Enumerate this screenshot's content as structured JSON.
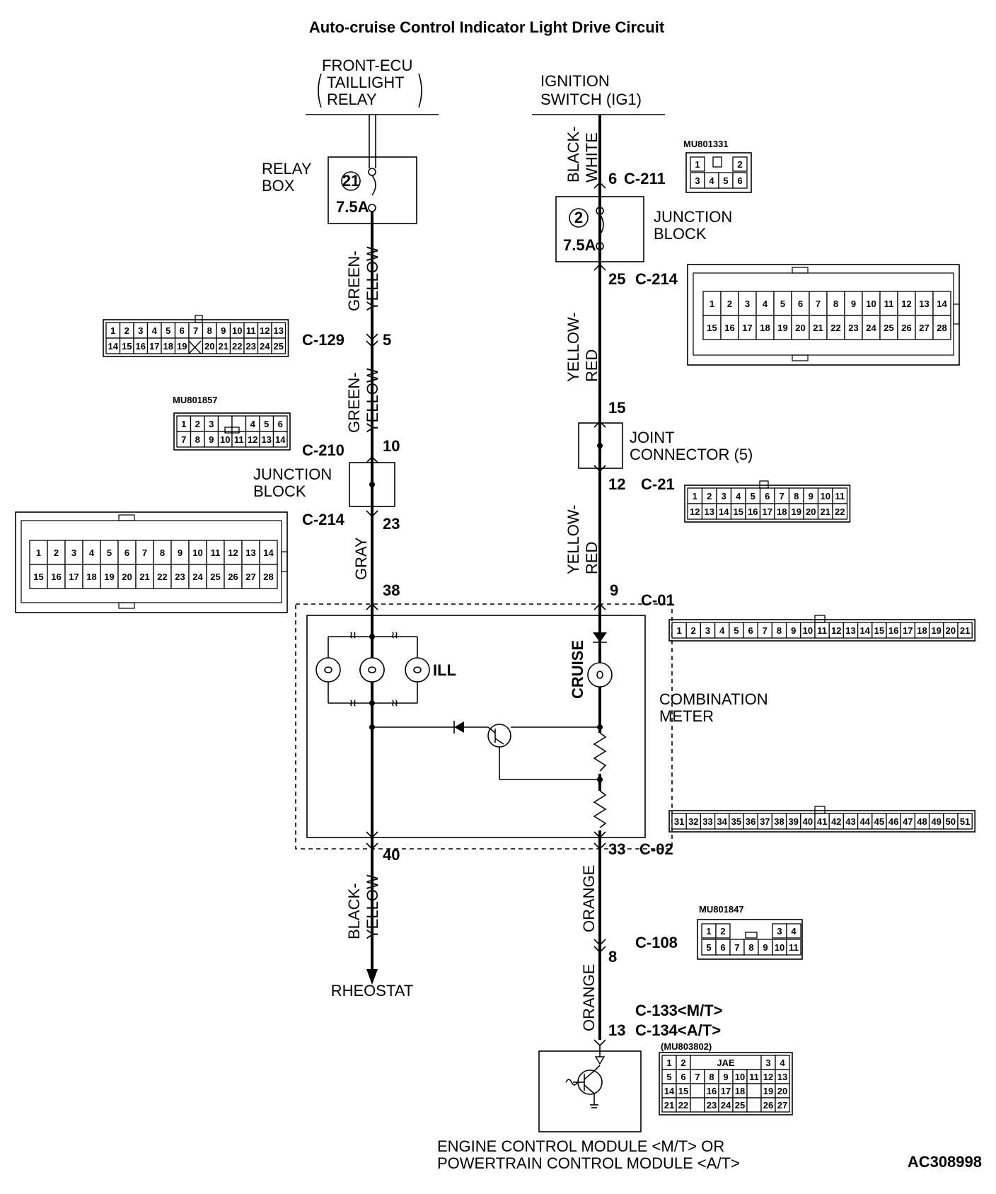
{
  "title": "Auto-cruise Control Indicator Light Drive Circuit",
  "figure_id": "AC308998",
  "left_source": [
    "FRONT-ECU",
    "TAILLIGHT",
    "RELAY"
  ],
  "right_source": [
    "IGNITION",
    "SWITCH (IG1)"
  ],
  "relay_box": {
    "label": [
      "RELAY",
      "BOX"
    ],
    "fuse_no": "21",
    "rating": "7.5A"
  },
  "junction_block_top": {
    "label": [
      "JUNCTION",
      "BLOCK"
    ],
    "fuse_no": "2",
    "rating": "7.5A"
  },
  "junction_block_left": {
    "label": [
      "JUNCTION",
      "BLOCK"
    ]
  },
  "joint_connector": {
    "label": [
      "JOINT",
      "CONNECTOR (5)"
    ]
  },
  "combination_meter": {
    "label": [
      "COMBINATION",
      "METER"
    ],
    "ill": "ILL",
    "cruise": "CRUISE"
  },
  "rheostat": "RHEOSTAT",
  "ecm": {
    "label": [
      "ENGINE CONTROL MODULE <M/T> OR",
      "POWERTRAIN CONTROL MODULE <A/T>"
    ]
  },
  "wires": {
    "green_yellow_1": [
      "GREEN-",
      "YELLOW"
    ],
    "green_yellow_2": [
      "GREEN-",
      "YELLOW"
    ],
    "gray": "GRAY",
    "black_yellow": [
      "BLACK-",
      "YELLOW"
    ],
    "black_white": [
      "BLACK-",
      "WHITE"
    ],
    "yellow_red_1": [
      "YELLOW-",
      "RED"
    ],
    "yellow_red_2": [
      "YELLOW-",
      "RED"
    ],
    "orange_1": "ORANGE",
    "orange_2": "ORANGE"
  },
  "connectors": {
    "c129": {
      "id": "C-129",
      "pin": "5",
      "row1": [
        "1",
        "2",
        "3",
        "4",
        "5",
        "6",
        "7",
        "8",
        "9",
        "10",
        "11",
        "12",
        "13"
      ],
      "row2": [
        "14",
        "15",
        "16",
        "17",
        "18",
        "19",
        "",
        "20",
        "21",
        "22",
        "23",
        "24",
        "25"
      ]
    },
    "c210": {
      "id": "C-210",
      "pin": "10",
      "part": "MU801857",
      "row1": [
        "1",
        "2",
        "3",
        "",
        "",
        "4",
        "5",
        "6"
      ],
      "row2": [
        "7",
        "8",
        "9",
        "10",
        "11",
        "12",
        "13",
        "14"
      ]
    },
    "c214_left": {
      "id": "C-214",
      "pin": "23",
      "row1": [
        "1",
        "2",
        "3",
        "4",
        "5",
        "6",
        "7",
        "8",
        "9",
        "10",
        "11",
        "12",
        "13",
        "14"
      ],
      "row2": [
        "15",
        "16",
        "17",
        "18",
        "19",
        "20",
        "21",
        "22",
        "23",
        "24",
        "25",
        "26",
        "27",
        "28"
      ]
    },
    "c214_right": {
      "id": "C-214",
      "pin": "25",
      "row1": [
        "1",
        "2",
        "3",
        "4",
        "5",
        "6",
        "7",
        "8",
        "9",
        "10",
        "11",
        "12",
        "13",
        "14"
      ],
      "row2": [
        "15",
        "16",
        "17",
        "18",
        "19",
        "20",
        "21",
        "22",
        "23",
        "24",
        "25",
        "26",
        "27",
        "28"
      ]
    },
    "c211": {
      "id": "C-211",
      "pin": "6",
      "part": "MU801331",
      "row1": [
        "1",
        "",
        "2"
      ],
      "row2": [
        "3",
        "4",
        "5",
        "6"
      ]
    },
    "joint_pins": {
      "in": "15",
      "out": "12"
    },
    "c21": {
      "id": "C-21",
      "row1": [
        "1",
        "2",
        "3",
        "4",
        "5",
        "6",
        "7",
        "8",
        "9",
        "10",
        "11"
      ],
      "row2": [
        "12",
        "13",
        "14",
        "15",
        "16",
        "17",
        "18",
        "19",
        "20",
        "21",
        "22"
      ]
    },
    "c01": {
      "id": "C-01",
      "pin_left": "38",
      "pin_right": "9",
      "row": [
        "1",
        "2",
        "3",
        "4",
        "5",
        "6",
        "7",
        "8",
        "9",
        "10",
        "11",
        "12",
        "13",
        "14",
        "15",
        "16",
        "17",
        "18",
        "19",
        "20",
        "21"
      ]
    },
    "c02": {
      "id": "C-02",
      "pin_left": "40",
      "pin_right": "33",
      "row": [
        "31",
        "32",
        "33",
        "34",
        "35",
        "36",
        "37",
        "38",
        "39",
        "40",
        "41",
        "42",
        "43",
        "44",
        "45",
        "46",
        "47",
        "48",
        "49",
        "50",
        "51"
      ]
    },
    "c108": {
      "id": "C-108",
      "pin": "8",
      "part": "MU801847",
      "row1": [
        "1",
        "2",
        "",
        "",
        "",
        "3",
        "4"
      ],
      "row2": [
        "5",
        "6",
        "7",
        "8",
        "9",
        "10",
        "11"
      ]
    },
    "c133": {
      "id1": "C-133<M/T>",
      "id2": "C-134<A/T>",
      "pin": "13",
      "part": "(MU803802)",
      "jae": "JAE",
      "rows": [
        [
          "1",
          "2",
          "",
          "",
          "",
          "3",
          "4"
        ],
        [
          "5",
          "6",
          "7",
          "8",
          "9",
          "10",
          "11",
          "12",
          "13"
        ],
        [
          "14",
          "15",
          "",
          "16",
          "17",
          "18",
          "",
          "19",
          "20"
        ],
        [
          "21",
          "22",
          "",
          "23",
          "24",
          "25",
          "",
          "26",
          "27"
        ]
      ]
    }
  }
}
